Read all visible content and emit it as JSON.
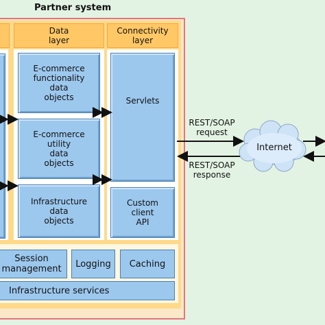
{
  "title": "Partner system",
  "layers": {
    "data": {
      "header": "Data\nlayer"
    },
    "connectivity": {
      "header": "Connectivity\nlayer"
    }
  },
  "data_objects": [
    "E-commerce\nfunctionality\ndata\nobjects",
    "E-commerce\nutility\ndata\nobjects",
    "Infrastructure\ndata\nobjects"
  ],
  "connectivity_items": [
    "Servlets",
    "Custom\nclient\nAPI"
  ],
  "services": [
    "Session\nmanagement",
    "Logging",
    "Caching"
  ],
  "infrastructure": "Infrastructure services",
  "internet": "Internet",
  "request": "REST/SOAP\nrequest",
  "response": "REST/SOAP\nresponse",
  "colors": {
    "background": "#e3f3e3",
    "frame": "#e8737a",
    "layer_header": "#ffc766",
    "box": "#9cc8ee",
    "cloud": "#cfe3f7"
  }
}
